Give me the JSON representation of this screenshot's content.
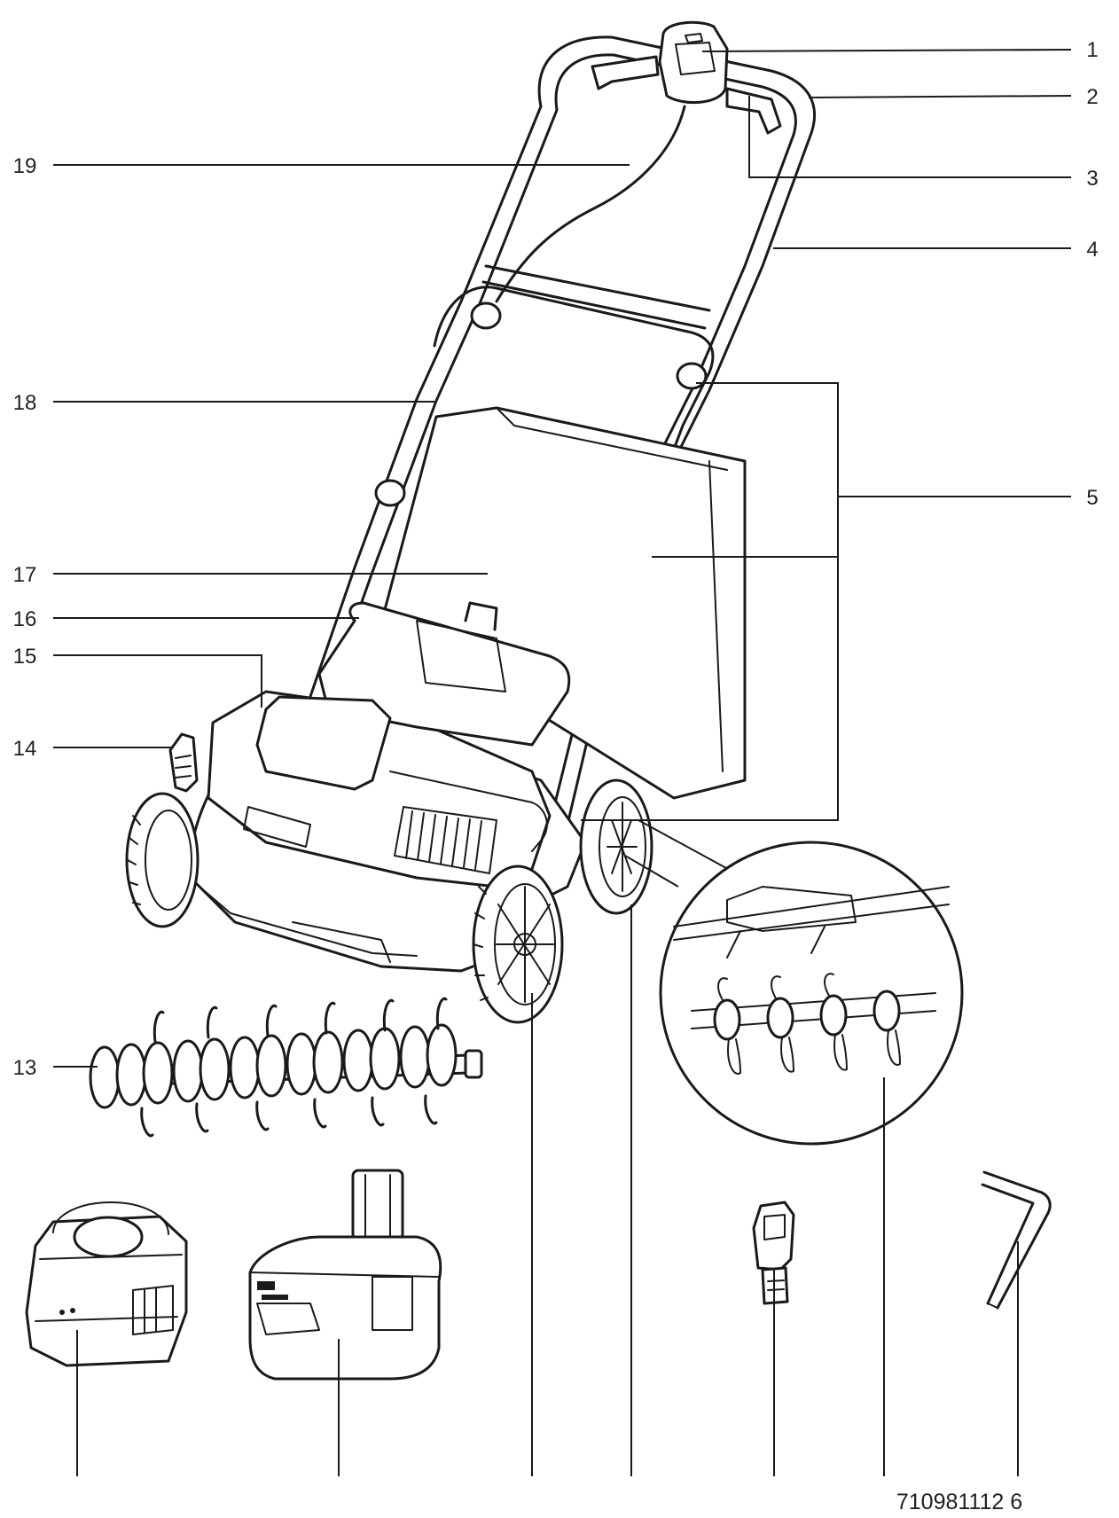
{
  "figure": {
    "callouts": [
      {
        "id": "1",
        "label": "1"
      },
      {
        "id": "2",
        "label": "2"
      },
      {
        "id": "3",
        "label": "3"
      },
      {
        "id": "4",
        "label": "4"
      },
      {
        "id": "5",
        "label": "5"
      },
      {
        "id": "13",
        "label": "13"
      },
      {
        "id": "14",
        "label": "14"
      },
      {
        "id": "15",
        "label": "15"
      },
      {
        "id": "16",
        "label": "16"
      },
      {
        "id": "17",
        "label": "17"
      },
      {
        "id": "18",
        "label": "18"
      },
      {
        "id": "19",
        "label": "19"
      }
    ],
    "document_code": "710981112 6"
  }
}
